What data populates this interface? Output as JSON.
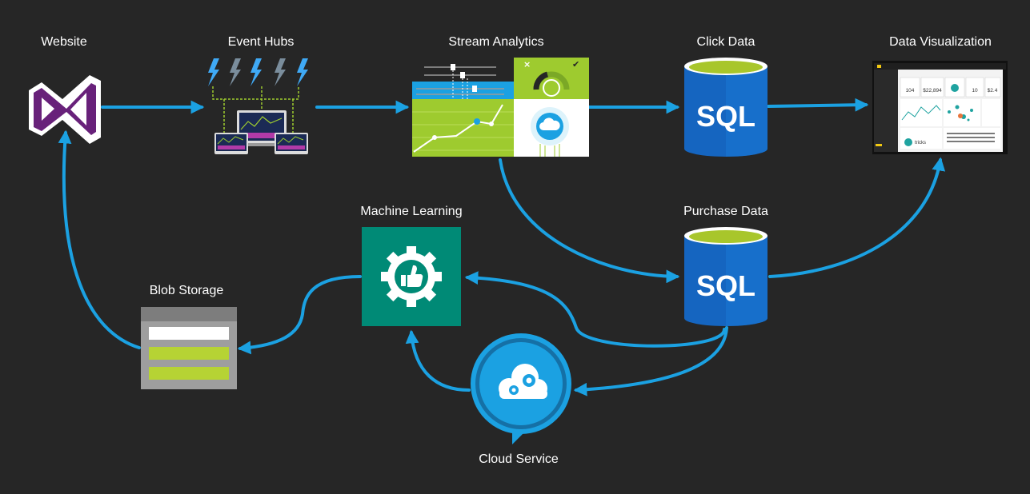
{
  "nodes": {
    "website": {
      "label": "Website",
      "icon": "visual-studio-icon"
    },
    "event_hubs": {
      "label": "Event Hubs",
      "icon": "event-hubs-icon"
    },
    "stream_analytics": {
      "label": "Stream Analytics",
      "icon": "stream-analytics-icon"
    },
    "click_data": {
      "label": "Click Data",
      "icon": "sql-database-icon",
      "icon_text": "SQL"
    },
    "data_visualization": {
      "label": "Data Visualization",
      "icon": "power-bi-dashboard-icon"
    },
    "machine_learning": {
      "label": "Machine Learning",
      "icon": "machine-learning-icon"
    },
    "purchase_data": {
      "label": "Purchase Data",
      "icon": "sql-database-icon",
      "icon_text": "SQL"
    },
    "blob_storage": {
      "label": "Blob Storage",
      "icon": "blob-storage-icon"
    },
    "cloud_service": {
      "label": "Cloud Service",
      "icon": "cloud-service-icon"
    }
  },
  "dashboard": {
    "kpis": [
      "104",
      "$22,894",
      "10",
      "$2.4"
    ],
    "footer_text": "tricks"
  },
  "edges": [
    {
      "from": "website",
      "to": "event_hubs"
    },
    {
      "from": "event_hubs",
      "to": "stream_analytics"
    },
    {
      "from": "stream_analytics",
      "to": "click_data"
    },
    {
      "from": "click_data",
      "to": "data_visualization"
    },
    {
      "from": "stream_analytics",
      "to": "purchase_data"
    },
    {
      "from": "purchase_data",
      "to": "data_visualization"
    },
    {
      "from": "purchase_data",
      "to": "machine_learning"
    },
    {
      "from": "purchase_data",
      "to": "cloud_service"
    },
    {
      "from": "cloud_service",
      "to": "machine_learning"
    },
    {
      "from": "machine_learning",
      "to": "blob_storage"
    },
    {
      "from": "blob_storage",
      "to": "website"
    }
  ],
  "colors": {
    "background": "#262626",
    "arrow": "#1ba1e2",
    "sql_blue": "#1565c0",
    "sql_top": "#a8c62b",
    "ml_teal": "#008a76",
    "vs_purple": "#68217a",
    "lime": "#9ecb2f"
  }
}
